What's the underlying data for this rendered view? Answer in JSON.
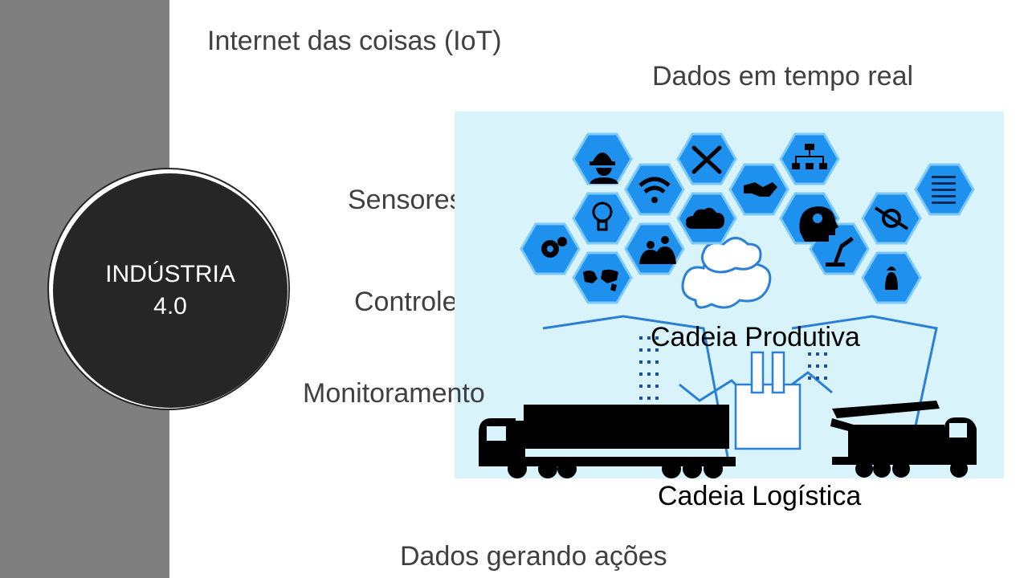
{
  "slide": {
    "center_title_line1": "INDÚSTRIA",
    "center_title_line2": "4.0",
    "labels": {
      "iot": "Internet das coisas (IoT)",
      "realtime": "Dados em tempo real",
      "sensors": "Sensores",
      "control": "Controle",
      "monitoring": "Monitoramento",
      "production_chain": "Cadeia Produtiva",
      "logistics_chain": "Cadeia Logística",
      "actions": "Dados gerando ações"
    }
  },
  "illustration": {
    "icons": [
      "worker-helmet-icon",
      "tools-icon",
      "network-diagram-icon",
      "wifi-icon",
      "handshake-icon",
      "binary-code-icon",
      "lightbulb-icon",
      "cloud-icon",
      "head-gears-icon",
      "gear-wrench-icon",
      "gears-icon",
      "team-icon",
      "robot-arm-icon",
      "world-map-icon",
      "robot-icon"
    ],
    "colors": {
      "background": "#d9f3fb",
      "hex_fill": "#1e90ee",
      "hex_edge": "#7cc9f8",
      "silhouette": "#000000",
      "outline": "#2a7fd6"
    }
  }
}
